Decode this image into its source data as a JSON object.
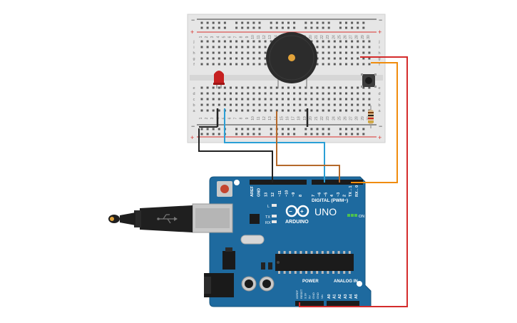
{
  "colors": {
    "board_blue": "#1e6a9f",
    "board_blue_dark": "#16557f",
    "breadboard": "#e8e8e8",
    "rail_red": "#d9302c",
    "wire_black": "#222222",
    "wire_blue": "#2a9fd6",
    "wire_brown": "#b5692a",
    "wire_orange": "#f08c0c",
    "wire_red": "#d42b2b",
    "led_red": "#c62020"
  },
  "breadboard": {
    "rail_symbols": {
      "minus": "−",
      "plus": "+"
    },
    "row_letters_top": [
      "j",
      "i",
      "h",
      "g",
      "f"
    ],
    "row_letters_bottom": [
      "e",
      "d",
      "c",
      "b",
      "a"
    ],
    "column_numbers": [
      "1",
      "2",
      "3",
      "4",
      "5",
      "6",
      "7",
      "8",
      "9",
      "10",
      "11",
      "12",
      "13",
      "14",
      "15",
      "16",
      "17",
      "18",
      "19",
      "20",
      "21",
      "22",
      "23",
      "24",
      "25",
      "26",
      "27",
      "28",
      "29",
      "30"
    ]
  },
  "arduino": {
    "model": "UNO",
    "brand": "ARDUINO",
    "on_label": "ON",
    "leds": {
      "l": "L",
      "tx": "TX",
      "rx": "RX"
    },
    "digital_header_label": "DIGITAL (PWM~)",
    "digital_pins": [
      "AREF",
      "GND",
      "13",
      "12",
      "~11",
      "~10",
      "~9",
      "8",
      "7",
      "~6",
      "~5",
      "4",
      "~3",
      "2",
      "TX→1",
      "RX←0"
    ],
    "power_label": "POWER",
    "power_pins": [
      "IOREF",
      "RESET",
      "3.3V",
      "5V",
      "GND",
      "GND",
      "Vin"
    ],
    "analog_label": "ANALOG IN",
    "analog_pins": [
      "A0",
      "A1",
      "A2",
      "A3",
      "A4",
      "A5"
    ]
  },
  "components": [
    "red-led",
    "piezo-buzzer",
    "pushbutton",
    "resistor",
    "usb-cable"
  ]
}
